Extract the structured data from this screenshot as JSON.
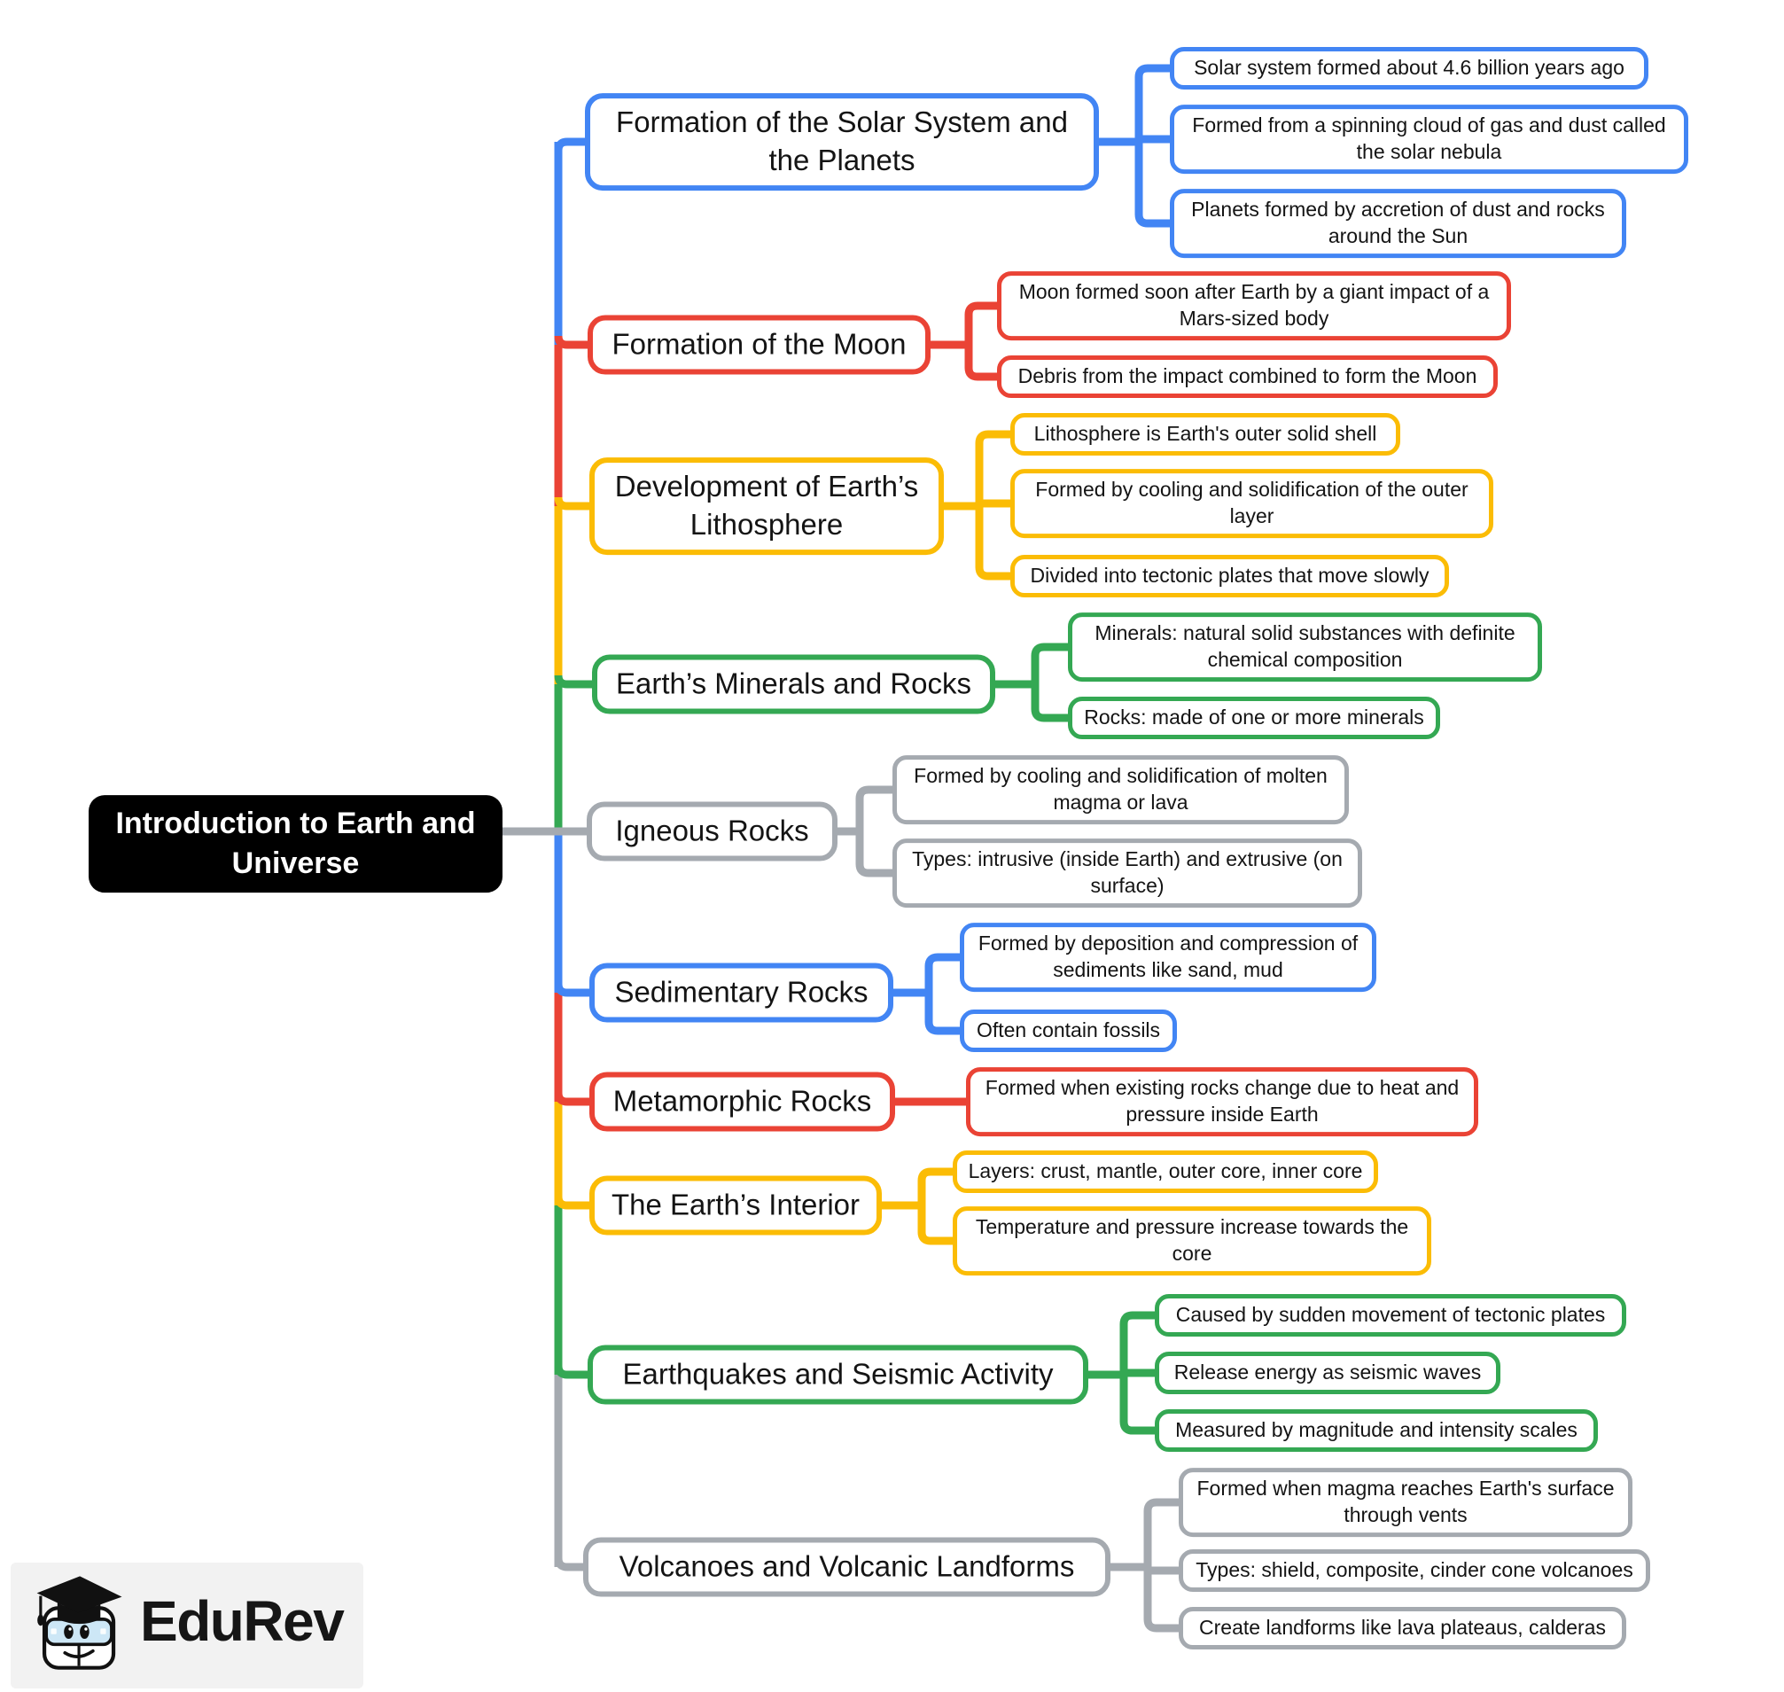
{
  "root": {
    "label": "Introduction to Earth and Universe"
  },
  "topics": [
    {
      "label": "Formation of the Solar System and the Planets",
      "color": "#4285f4",
      "children": [
        "Solar system formed about 4.6 billion years ago",
        "Formed from a spinning cloud of gas and dust called the solar nebula",
        "Planets formed by accretion of dust and rocks around the Sun"
      ]
    },
    {
      "label": "Formation of the Moon",
      "color": "#ea4335",
      "children": [
        "Moon formed soon after Earth by a giant impact of a Mars-sized body",
        "Debris from the impact combined to form the Moon"
      ]
    },
    {
      "label": "Development of Earth’s Lithosphere",
      "color": "#fbbc05",
      "children": [
        "Lithosphere is Earth's outer solid shell",
        "Formed by cooling and solidification of the outer layer",
        "Divided into tectonic plates that move slowly"
      ]
    },
    {
      "label": "Earth’s Minerals and Rocks",
      "color": "#34a853",
      "children": [
        "Minerals: natural solid substances with definite chemical composition",
        "Rocks: made of one or more minerals"
      ]
    },
    {
      "label": "Igneous Rocks",
      "color": "#a5aab0",
      "children": [
        "Formed by cooling and solidification of molten magma or lava",
        "Types: intrusive (inside Earth) and extrusive (on surface)"
      ]
    },
    {
      "label": "Sedimentary Rocks",
      "color": "#4285f4",
      "children": [
        "Formed by deposition and compression of sediments like sand, mud",
        "Often contain fossils"
      ]
    },
    {
      "label": "Metamorphic Rocks",
      "color": "#ea4335",
      "children": [
        "Formed when existing rocks change due to heat and pressure inside Earth"
      ]
    },
    {
      "label": "The Earth’s Interior",
      "color": "#fbbc05",
      "children": [
        "Layers: crust, mantle, outer core, inner core",
        "Temperature and pressure increase towards the core"
      ]
    },
    {
      "label": "Earthquakes and Seismic Activity",
      "color": "#34a853",
      "children": [
        "Caused by sudden movement of tectonic plates",
        "Release energy as seismic waves",
        "Measured by magnitude and intensity scales"
      ]
    },
    {
      "label": "Volcanoes and Volcanic Landforms",
      "color": "#a5aab0",
      "children": [
        "Formed when magma reaches Earth's surface through vents",
        "Types: shield, composite, cinder cone volcanoes",
        "Create landforms like lava plateaus, calderas"
      ]
    }
  ],
  "logo": {
    "brand": "EduRev",
    "mascot": "graduation-cap-book-mascot-icon"
  },
  "colors": {
    "blue": "#4285f4",
    "red": "#ea4335",
    "yellow": "#fbbc05",
    "green": "#34a853",
    "gray": "#a5aab0",
    "root_bg": "#000000",
    "root_text": "#ffffff",
    "node_text": "#141414"
  }
}
